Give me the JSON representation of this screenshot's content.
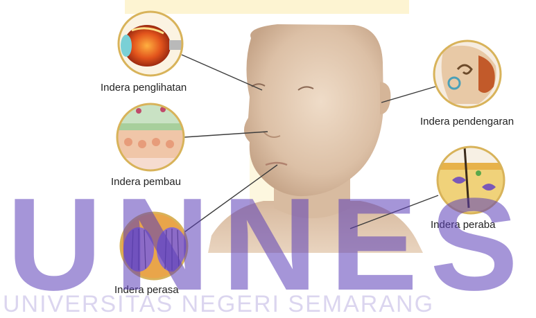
{
  "labels": {
    "sight": "Indera penglihatan",
    "smell": "Indera pembau",
    "taste": "Indera perasa",
    "hearing": "Indera pendengaran",
    "touch": "Indera peraba"
  },
  "watermark": {
    "text": "UNNES",
    "subtext": "UNIVERSITAS NEGERI SEMARANG",
    "color": "#5b3fb8",
    "accent": "#f2c200"
  },
  "colors": {
    "skin": "#e7cdb4",
    "skin_shadow": "#c9a78c",
    "circle_border": "#d8b35a",
    "line": "#3c3c3c"
  }
}
